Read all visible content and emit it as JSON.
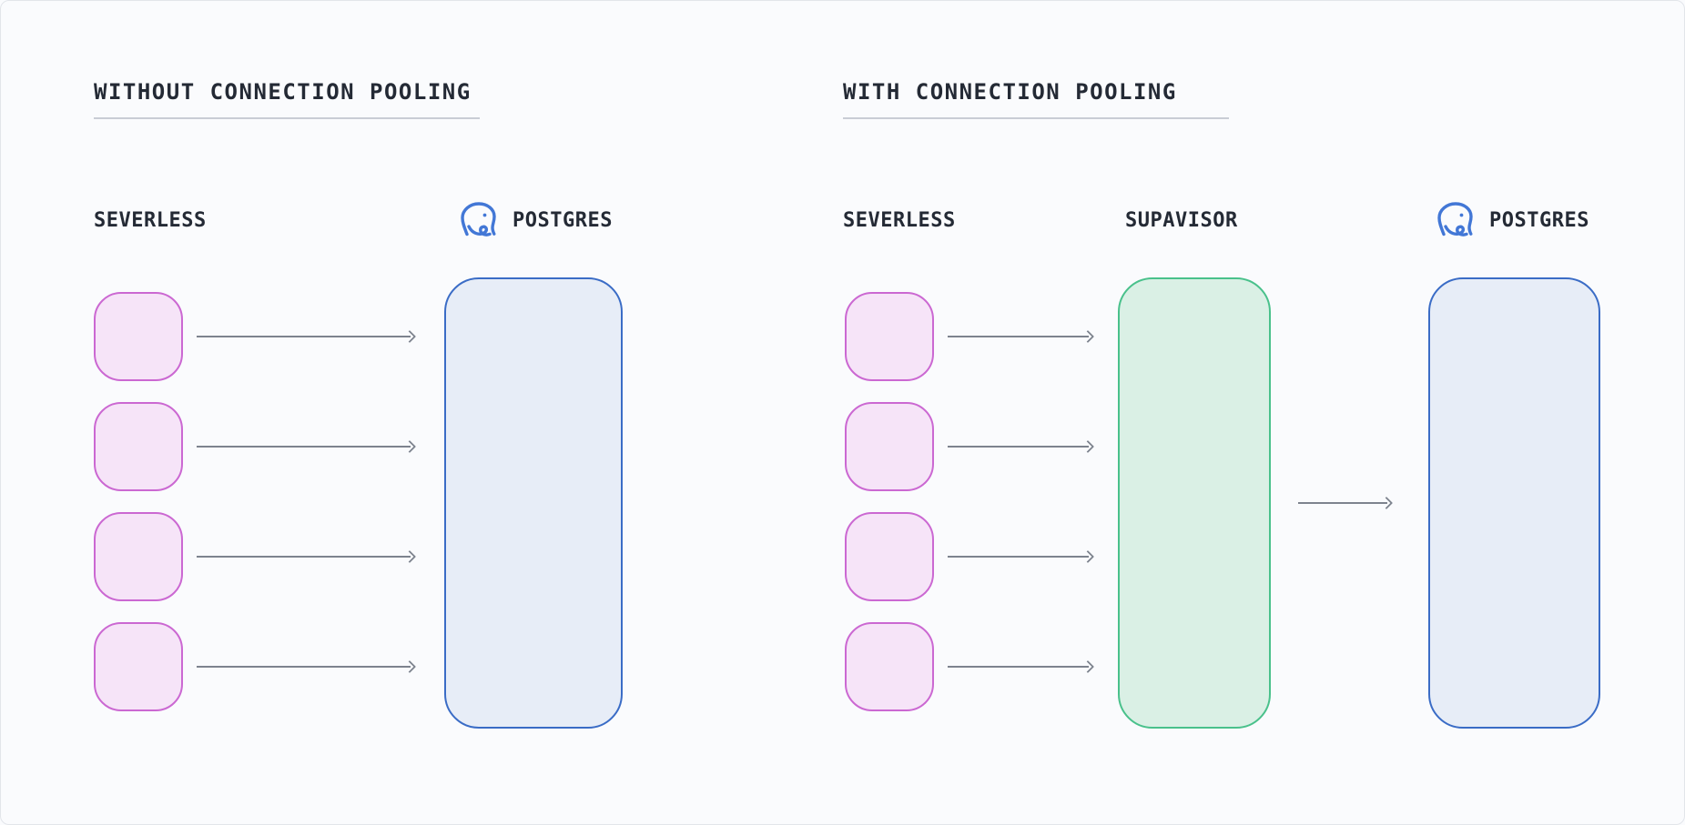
{
  "colors": {
    "background": "#fafbfd",
    "canvas_border": "#e2e5ea",
    "heading_text": "#242a35",
    "underline": "#c9cdd5",
    "client_fill": "#f6e4f8",
    "client_border": "#cb68d2",
    "postgres_fill": "#e7edf7",
    "postgres_border": "#3a6cc6",
    "supavisor_fill": "#daf0e5",
    "supavisor_border": "#49c18b",
    "arrow": "#7d838e",
    "postgres_icon": "#4277d6"
  },
  "icons": {
    "postgres": "postgres-elephant-icon"
  },
  "panels": {
    "without": {
      "title": "WITHOUT CONNECTION POOLING",
      "serverless_label": "SEVERLESS",
      "postgres_label": "POSTGRES",
      "client_count": 4
    },
    "with": {
      "title": "WITH CONNECTION POOLING",
      "serverless_label": "SEVERLESS",
      "supavisor_label": "SUPAVISOR",
      "postgres_label": "POSTGRES",
      "client_count": 4
    }
  }
}
